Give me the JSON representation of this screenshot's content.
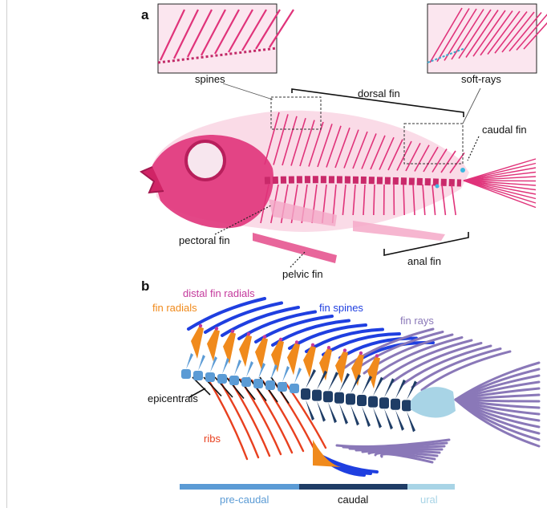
{
  "panel_a": {
    "letter": "a",
    "labels": {
      "spines": "spines",
      "soft_rays": "soft-rays",
      "dorsal_fin": "dorsal fin",
      "caudal_fin": "caudal fin",
      "pectoral_fin": "pectoral fin",
      "pelvic_fin": "pelvic fin",
      "anal_fin": "anal fin"
    }
  },
  "panel_b": {
    "letter": "b",
    "labels": {
      "distal_fin_radials": "distal fin radials",
      "fin_radials": "fin radials",
      "fin_spines": "fin spines",
      "fin_rays": "fin rays",
      "epicentrals": "epicentrals",
      "ribs": "ribs"
    },
    "region_bar": {
      "pre_caudal": "pre-caudal",
      "caudal": "caudal",
      "ural": "ural"
    }
  },
  "colors": {
    "stain_pink": "#e0337a",
    "stain_light": "#f4a9c8",
    "distal_fin_radials": "#c4399c",
    "fin_radials": "#f08a1c",
    "fin_spines": "#1f3fe0",
    "fin_rays": "#8a78b8",
    "ribs": "#e8401f",
    "pre_caudal": "#5b9bd5",
    "caudal": "#1f3d66",
    "ural": "#a8d4e6",
    "epicentrals": "#111111"
  }
}
